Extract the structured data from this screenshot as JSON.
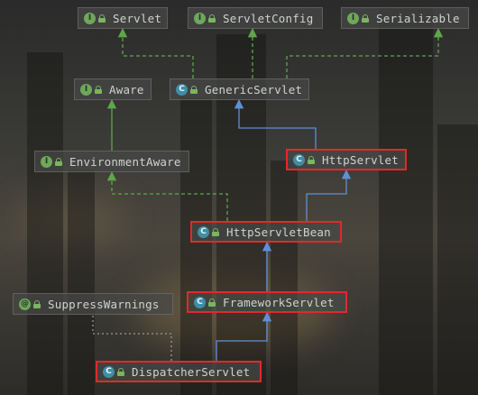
{
  "diagram": {
    "nodes": [
      {
        "id": "servlet",
        "name": "Servlet",
        "kind": "interface",
        "kind_glyph": "I",
        "highlighted": false
      },
      {
        "id": "servletconfig",
        "name": "ServletConfig",
        "kind": "interface",
        "kind_glyph": "I",
        "highlighted": false
      },
      {
        "id": "serializable",
        "name": "Serializable",
        "kind": "interface",
        "kind_glyph": "I",
        "highlighted": false
      },
      {
        "id": "aware",
        "name": "Aware",
        "kind": "interface",
        "kind_glyph": "I",
        "highlighted": false
      },
      {
        "id": "genericservlet",
        "name": "GenericServlet",
        "kind": "abstract-class",
        "kind_glyph": "C",
        "highlighted": false
      },
      {
        "id": "environmentaware",
        "name": "EnvironmentAware",
        "kind": "interface",
        "kind_glyph": "I",
        "highlighted": false
      },
      {
        "id": "httpservlet",
        "name": "HttpServlet",
        "kind": "abstract-class",
        "kind_glyph": "C",
        "highlighted": true
      },
      {
        "id": "httpservletbean",
        "name": "HttpServletBean",
        "kind": "abstract-class",
        "kind_glyph": "C",
        "highlighted": true
      },
      {
        "id": "suppresswarnings",
        "name": "SuppressWarnings",
        "kind": "annotation",
        "kind_glyph": "@",
        "highlighted": false
      },
      {
        "id": "frameworkservlet",
        "name": "FrameworkServlet",
        "kind": "abstract-class",
        "kind_glyph": "C",
        "highlighted": true
      },
      {
        "id": "dispatcherservlet",
        "name": "DispatcherServlet",
        "kind": "class",
        "kind_glyph": "C",
        "highlighted": true
      }
    ],
    "edges": [
      {
        "from": "genericservlet",
        "to": "servlet",
        "type": "implements"
      },
      {
        "from": "genericservlet",
        "to": "servletconfig",
        "type": "implements"
      },
      {
        "from": "genericservlet",
        "to": "serializable",
        "type": "implements"
      },
      {
        "from": "environmentaware",
        "to": "aware",
        "type": "extends-interface"
      },
      {
        "from": "httpservlet",
        "to": "genericservlet",
        "type": "extends"
      },
      {
        "from": "httpservletbean",
        "to": "httpservlet",
        "type": "extends"
      },
      {
        "from": "httpservletbean",
        "to": "environmentaware",
        "type": "implements"
      },
      {
        "from": "frameworkservlet",
        "to": "httpservletbean",
        "type": "extends"
      },
      {
        "from": "dispatcherservlet",
        "to": "frameworkservlet",
        "type": "extends"
      },
      {
        "from": "dispatcherservlet",
        "to": "suppresswarnings",
        "type": "annotated"
      }
    ],
    "colors": {
      "extends": "#5f8fd6",
      "implements": "#5fa64a",
      "highlight": "#e02a2a",
      "node_text": "#cfd3cf"
    }
  }
}
